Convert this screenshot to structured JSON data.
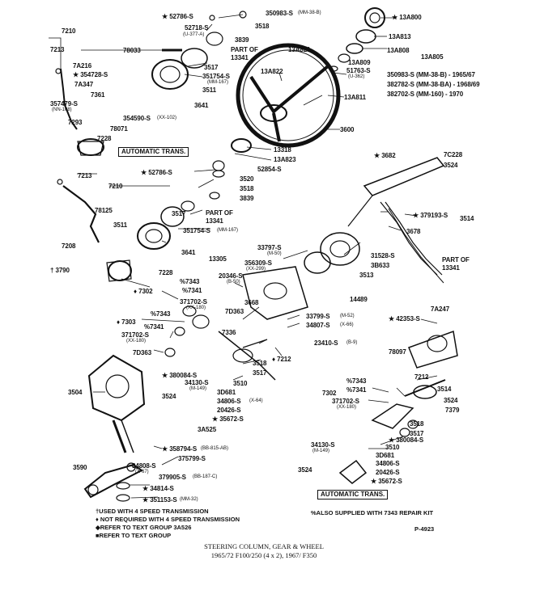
{
  "labels": {
    "p52786a": "★ 52786-S",
    "p350983a": "350983-S",
    "p350983a_sub": "(MM-38-B)",
    "p3518a": "3518",
    "p52718": "52718-S",
    "p52718_sub": "(U-377-A)",
    "p3839a": "3839",
    "p_partof_a": "PART OF",
    "p13341a": "13341",
    "p13A800": "★ 13A800",
    "p13A813": "13A813",
    "p13A808": "13A808",
    "p13A805": "13A805",
    "p13A809": "13A809",
    "p7210a": "7210",
    "p7213a": "7213",
    "p78033": "78033",
    "p3517a": "3517",
    "p7A216": "7A216",
    "p354728": "★ 354728-S",
    "p351754a": "351754-S",
    "p351754a_sub": "(MM-167)",
    "p7A347": "7A347",
    "p3511a": "3511",
    "p13A821": "13A821",
    "p13A822": "13A822",
    "p51763": "51763-S",
    "p51763_sub": "(U-362)",
    "p350983b": "350983-S (MM-38-B) - 1965/67",
    "p382782a": "382782-S (MM-38-BA) - 1968/69",
    "p382702": "382702-S (MM-160) - 1970",
    "p7361": "7361",
    "p357479": "357479-S",
    "p357479_sub": "(NN-108)",
    "p3641a": "3641",
    "p354590": "354590-S",
    "p354590_sub": "(XX-102)",
    "p13A811": "13A811",
    "p7293": "7293",
    "p78071": "78071",
    "p7228a": "7228",
    "p3600": "3600",
    "p13318": "13318",
    "p13A823": "13A823",
    "p52854": "52854-S",
    "p3682": "★ 3682",
    "p7C228": "7C228",
    "p3524a": "3524",
    "p52786b": "★ 52786-S",
    "p3520": "3520",
    "p3518b": "3518",
    "p3839b": "3839",
    "p7213b": "7213",
    "p7210b": "7210",
    "p78125": "78125",
    "p3517b": "3517",
    "p_partof_b": "PART OF",
    "p13341b": "13341",
    "p379193": "★ 379193-S",
    "p3514a": "3514",
    "p3678": "3678",
    "p3511b": "3511",
    "p351754b": "351754-S",
    "p351754b_sub": "(MM-167)",
    "p7208": "7208",
    "p3641b": "3641",
    "p13305": "13305",
    "p33797a": "33797-S",
    "p33797a_sub": "(M-50)",
    "p356309": "356309-S",
    "p356309_sub": "(XX-299)",
    "p31528": "31528-S",
    "p3B633": "3B633",
    "p_partof_c": "PART OF",
    "p13341c": "13341",
    "p3790": "† 3790",
    "p7228b": "7228",
    "p3513": "3513",
    "p20346": "20346-S",
    "p20346_sub": "(B-50)",
    "p7343a": "%7343",
    "p7302a": "♦ 7302",
    "p7341a": "%7341",
    "p3668": "3668",
    "p14489": "14489",
    "p371702a": "371702-S",
    "p371702a_sub": "(XX-180)",
    "p7343b": "%7343",
    "p7D363a": "7D363",
    "p7303": "♦ 7303",
    "p7341b": "%7341",
    "p33799": "33799-S",
    "p33799_sub": "(M-52)",
    "p34807": "34807-S",
    "p34807_sub": "(X-66)",
    "p7A247": "7A247",
    "p42353": "★ 42353-S",
    "p371702b": "371702-S",
    "p371702b_sub": "(XX-180)",
    "p7336": "7336",
    "p23410": "23410-S",
    "p23410_sub": "(B-9)",
    "p7D363b": "7D363",
    "p78097": "78097",
    "p7212a": "♦ 7212",
    "p3518c": "3518",
    "p3517c": "3517",
    "p380084a": "★ 380084-S",
    "p3510a": "3510",
    "p7212b": "7212",
    "p3514b": "3514",
    "p34130a": "34130-S",
    "p34130a_sub": "(M-149)",
    "p3524b": "3524",
    "p3D681a": "3D681",
    "p3504": "3504",
    "p34806a": "34806-S",
    "p34806a_sub": "(X-64)",
    "p20426a": "20426-S",
    "p35672a": "★ 35672-S",
    "p7343c": "%7343",
    "p7302b": "7302",
    "p7341c": "%7341",
    "p3524c": "3524",
    "p371702c": "371702-S",
    "p371702c_sub": "(XX-180)",
    "p7379": "7379",
    "p3A525": "3A525",
    "p3518d": "3518",
    "p3517d": "3517",
    "p358794": "★ 358794-S",
    "p358794_sub": "(BB-815-AB)",
    "p380084b": "★ 380084-S",
    "p375799": "375799-S",
    "p34130b": "34130-S",
    "p34130b_sub": "(M-149)",
    "p3510b": "3510",
    "p3D681b": "3D681",
    "p3590": "3590",
    "p34808": "34808-S",
    "p34808_sub": "(X-67)",
    "p379905": "379905-S",
    "p379905_sub": "(BB-187-C)",
    "p3524d": "3524",
    "p34806b": "34806-S",
    "p20426b": "20426-S",
    "p35672b": "★ 35672-S",
    "p34814": "★ 34814-S",
    "p351153": "★ 351153-S",
    "p351153_sub": "(MM-32)"
  },
  "boxes": {
    "auto_trans_left": "AUTOMATIC TRANS.",
    "auto_trans_right": "AUTOMATIC TRANS."
  },
  "footnotes": {
    "note1": "†USED WITH 4 SPEED TRANSMISSION",
    "note2": "♦ NOT REQUIRED WITH 4 SPEED TRANSMISSION",
    "note3": "◆REFER TO TEXT GROUP 3A526",
    "note4": "■REFER TO TEXT GROUP",
    "note5": "%ALSO SUPPLIED WITH 7343 REPAIR KIT",
    "plate": "P-4923"
  },
  "caption": {
    "line1": "STEERING COLUMN, GEAR & WHEEL",
    "line2": "1965/72   F100/250 (4 x 2), 1967/ F350"
  }
}
